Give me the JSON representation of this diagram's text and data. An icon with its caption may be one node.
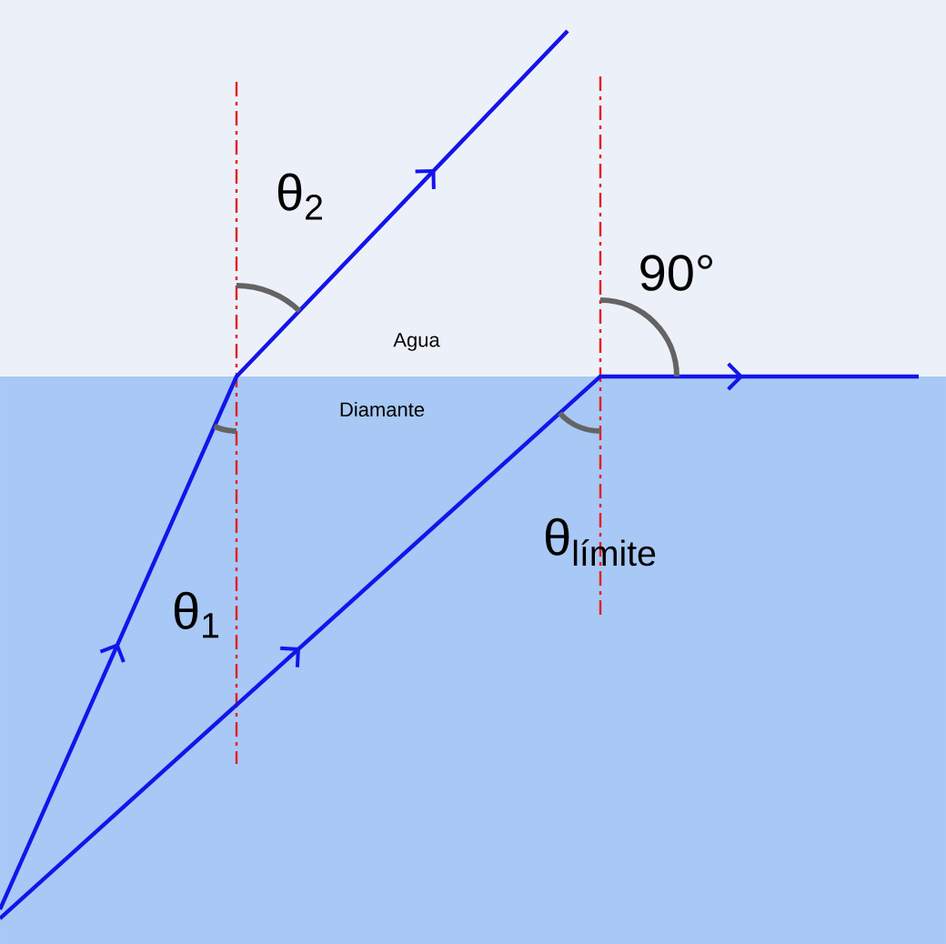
{
  "diagram": {
    "labels": [
      "θ$_{2}$",
      "90°",
      "Agua",
      "Diamante",
      "θ$_{límite}$",
      "θ$_{1}$"
    ]
  }
}
